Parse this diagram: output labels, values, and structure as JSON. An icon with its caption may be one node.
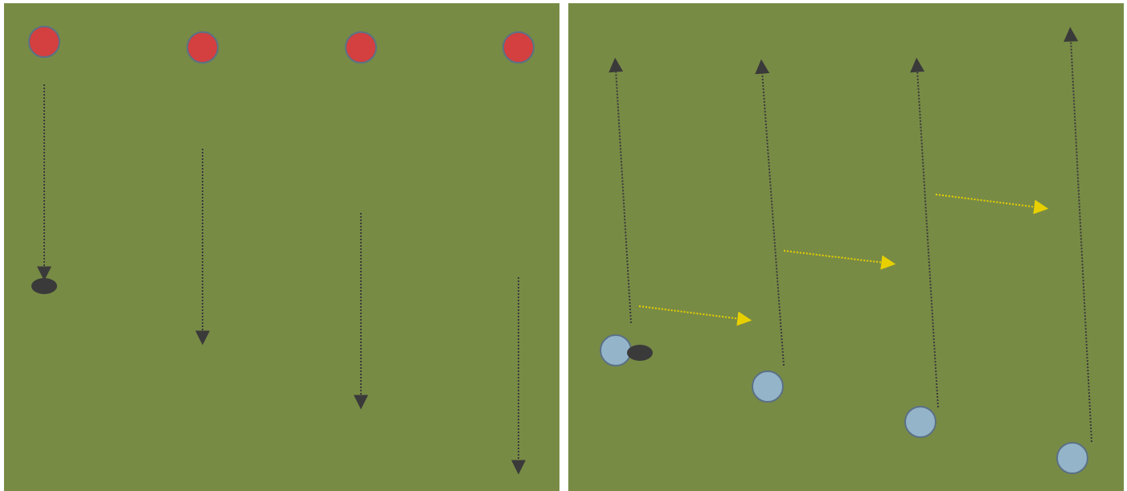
{
  "diagram": {
    "nodes": [
      {
        "text": [],
        "shape": "box"
      },
      {
        "text": [],
        "shape": "circle",
        "in": 0
      },
      {
        "text": [],
        "shape": "circle",
        "in": 0
      },
      {
        "text": [],
        "shape": "circle",
        "in": 0
      },
      {
        "text": [],
        "shape": "circle",
        "in": 0
      },
      {
        "text": [],
        "shape": "ellipse",
        "in": 0
      },
      {
        "text": [],
        "shape": "box"
      },
      {
        "text": [],
        "shape": "circle",
        "in": 6
      },
      {
        "text": [],
        "shape": "ellipse",
        "in": 6
      },
      {
        "text": [],
        "shape": "circle",
        "in": 6
      },
      {
        "text": [],
        "shape": "circle",
        "in": 6
      },
      {
        "text": [],
        "shape": "circle",
        "in": 6
      }
    ],
    "edges": [
      {
        "from": null,
        "to": 5,
        "arrow": "to",
        "style": "dashed"
      },
      {
        "from": 7,
        "to": null,
        "arrow": "to",
        "style": "dashed"
      },
      {
        "from": 9,
        "to": null,
        "arrow": "to",
        "style": "dashed"
      },
      {
        "from": 10,
        "to": null,
        "arrow": "to",
        "style": "dashed"
      },
      {
        "from": 11,
        "to": null,
        "arrow": "to",
        "style": "dashed"
      },
      {
        "from": 7,
        "to": null,
        "arrow": "to",
        "style": "dashed",
        "color": "#e8d000"
      }
    ]
  }
}
